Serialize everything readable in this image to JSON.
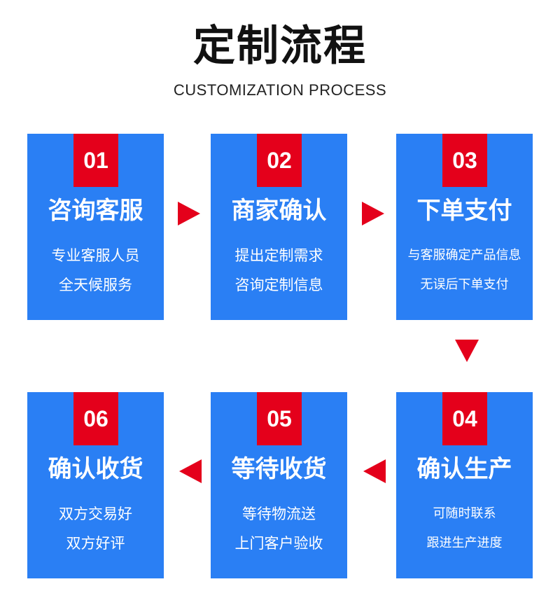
{
  "header": {
    "title": "定制流程",
    "subtitle": "CUSTOMIZATION PROCESS"
  },
  "colors": {
    "card_blue": "#2a7ff4",
    "badge_red": "#e4001b",
    "arrow_red": "#e4001b"
  },
  "steps": [
    {
      "num": "01",
      "title": "咨询客服",
      "line1": "专业客服人员",
      "line2": "全天候服务"
    },
    {
      "num": "02",
      "title": "商家确认",
      "line1": "提出定制需求",
      "line2": "咨询定制信息"
    },
    {
      "num": "03",
      "title": "下单支付",
      "line1": "与客服确定产品信息",
      "line2": "无误后下单支付"
    },
    {
      "num": "04",
      "title": "确认生产",
      "line1": "可随时联系",
      "line2": "跟进生产进度"
    },
    {
      "num": "05",
      "title": "等待收货",
      "line1": "等待物流送",
      "line2": "上门客户验收"
    },
    {
      "num": "06",
      "title": "确认收货",
      "line1": "双方交易好",
      "line2": "双方好评"
    }
  ]
}
